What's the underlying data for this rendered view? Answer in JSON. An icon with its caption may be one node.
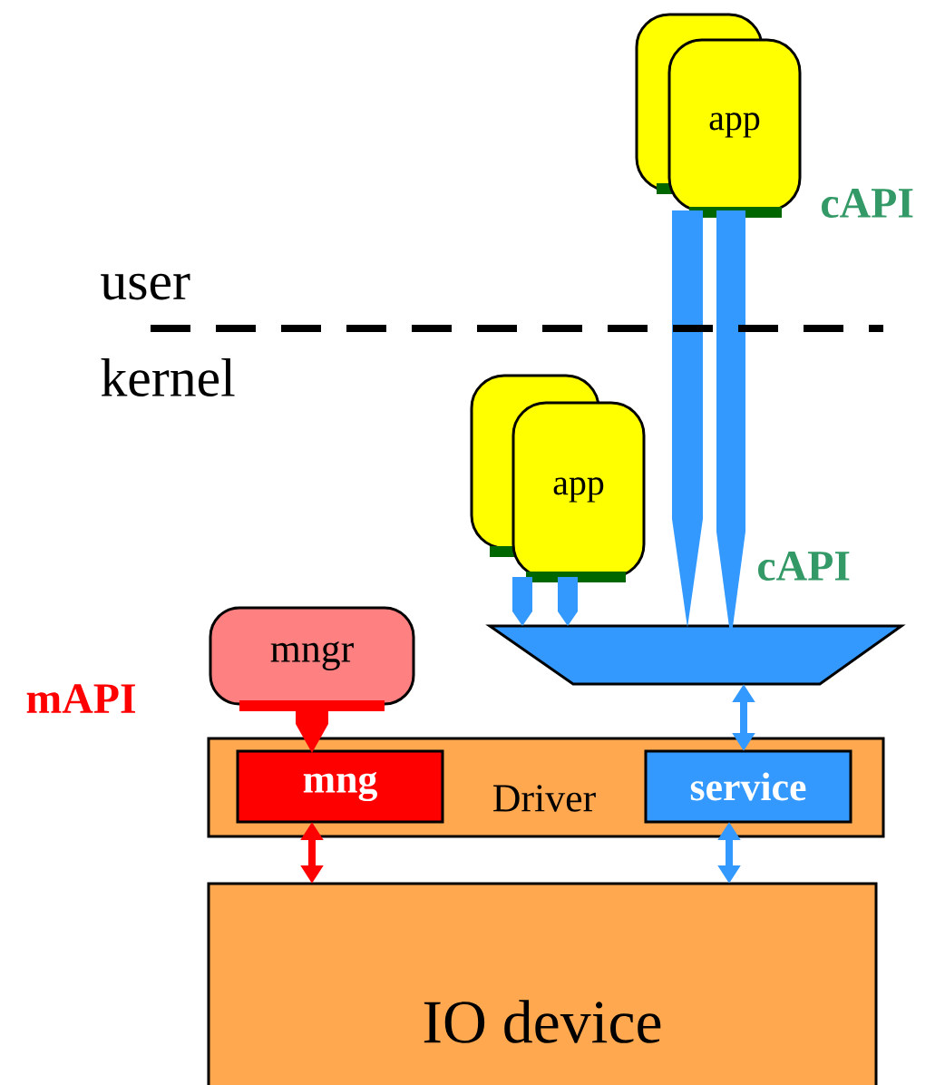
{
  "diagram": {
    "nodes": [
      {
        "text": [
          "app"
        ]
      },
      {
        "text": [
          "app"
        ]
      },
      {
        "text": [],
        "shape": "trapezoid"
      },
      {
        "text": [
          "mngr"
        ]
      },
      {
        "text": [
          "Driver"
        ]
      },
      {
        "text": [
          "mng"
        ],
        "in": 4
      },
      {
        "text": [
          "service"
        ],
        "in": 4
      },
      {
        "text": [
          "IO device"
        ]
      }
    ],
    "edges": [
      {
        "from": 0,
        "to": 2,
        "arrow": "to"
      },
      {
        "from": 0,
        "to": 2,
        "arrow": "to"
      },
      {
        "from": 1,
        "to": 2,
        "arrow": "to"
      },
      {
        "from": 1,
        "to": 2,
        "arrow": "to"
      },
      {
        "from": 3,
        "to": 5,
        "arrow": "to",
        "color": "#ff0000"
      },
      {
        "from": 2,
        "to": 6,
        "arrow": "both"
      },
      {
        "from": 5,
        "to": 7,
        "arrow": "both",
        "color": "#ff0000"
      },
      {
        "from": 6,
        "to": 7,
        "arrow": "both"
      }
    ],
    "labels": [
      "user",
      "kernel",
      "cAPI",
      "cAPI",
      "mAPI"
    ]
  }
}
